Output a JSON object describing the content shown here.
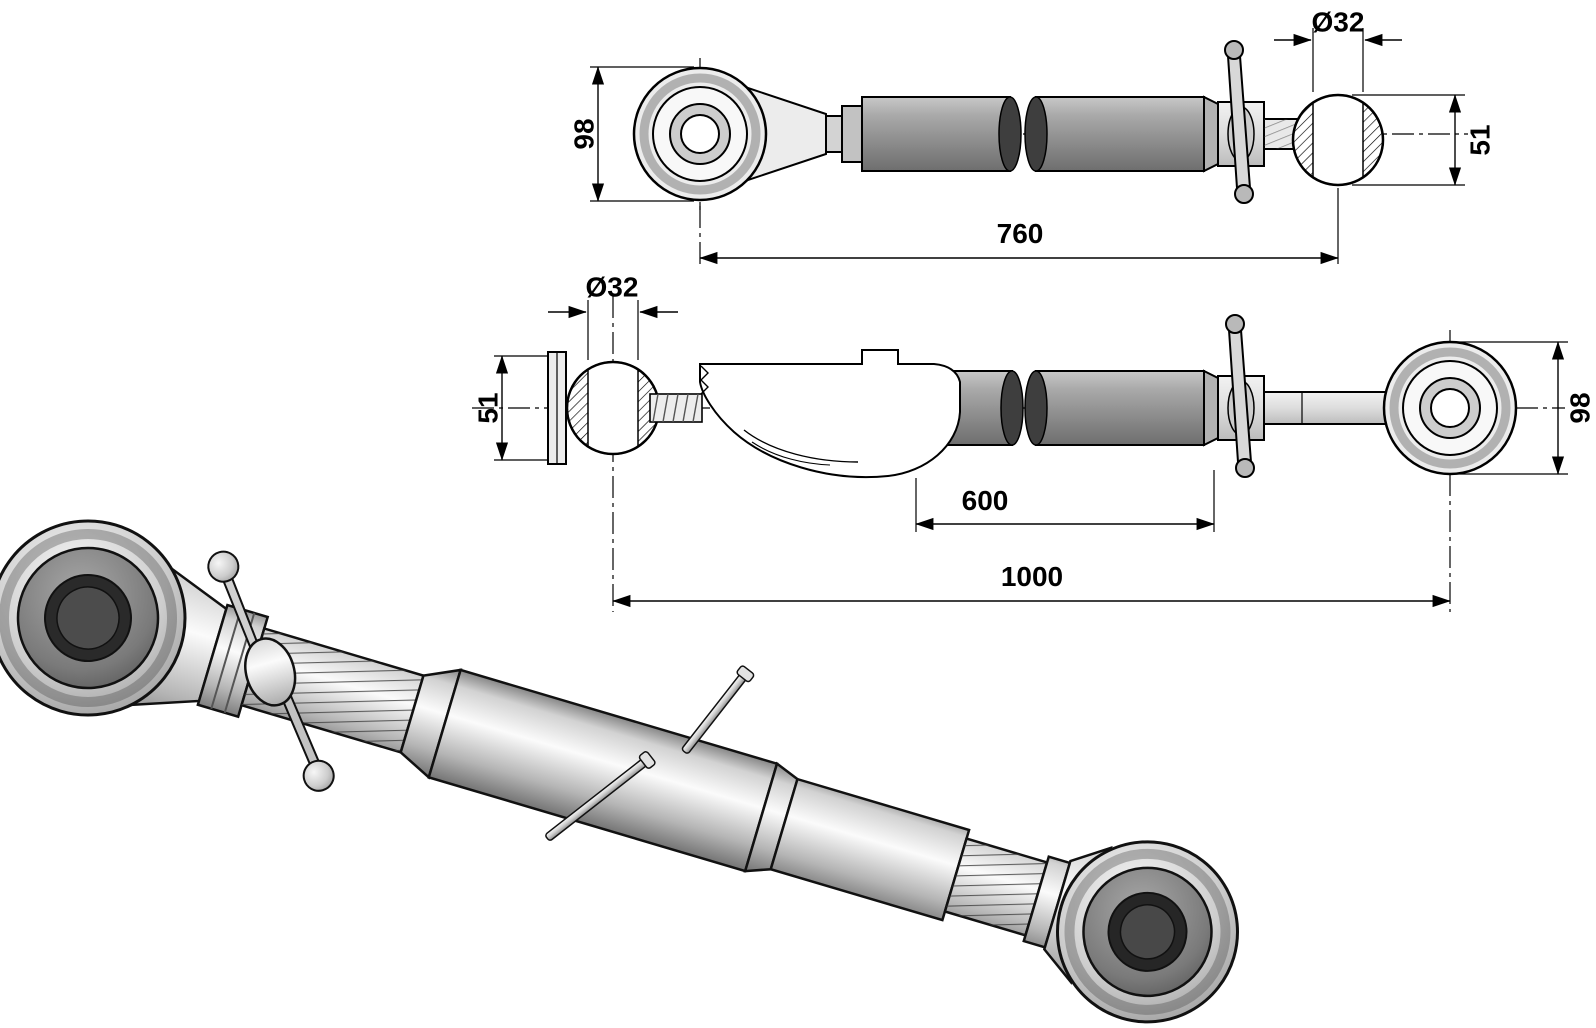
{
  "drawing": {
    "background": "#ffffff",
    "line_color": "#000000",
    "metal_light": "#ececec",
    "metal_mid": "#b5b5b5",
    "metal_dark": "#6e6e6e",
    "views": {
      "top": {
        "dim_eye_height": "98",
        "dim_bore_diameter": "Ø32",
        "dim_ball_width": "51",
        "dim_length": "760"
      },
      "section": {
        "dim_bore_diameter": "Ø32",
        "dim_socket_width": "51",
        "dim_inner_length": "600",
        "dim_total_length": "1000",
        "dim_eye_height": "98"
      }
    }
  }
}
